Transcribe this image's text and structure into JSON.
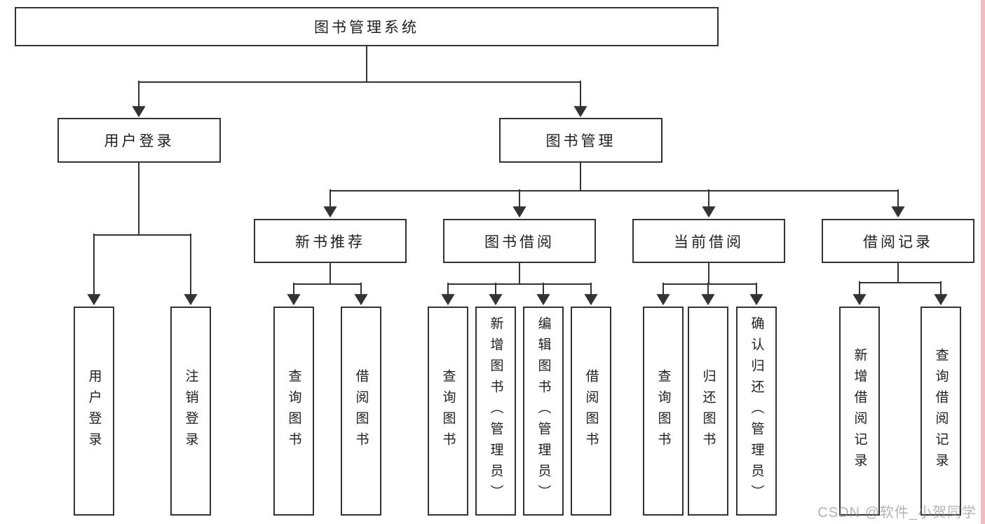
{
  "page": {
    "watermark": "CSDN @软件_小贺同学",
    "colors": {
      "background": "#ffffff",
      "line": "#333333",
      "box_border": "#333333",
      "text": "#1f1f1f",
      "watermark_text": "#928080",
      "right_edge_strip": "#f5baba"
    }
  },
  "nodes": {
    "root": "图书管理系统",
    "user_login": "用户登录",
    "book_mgmt": "图书管理",
    "new_book_rec": "新书推荐",
    "book_borrow": "图书借阅",
    "current_borrow": "当前借阅",
    "borrow_record": "借阅记录",
    "ul_login": "用户登录",
    "ul_logout": "注销登录",
    "nb_query": "查询图书",
    "nb_borrow": "借阅图书",
    "bb_query": "查询图书",
    "bb_add": "新增图书（管理员）",
    "bb_edit": "编辑图书（管理员）",
    "bb_borrow": "借阅图书",
    "cb_query": "查询图书",
    "cb_return": "归还图书",
    "cb_confirm": "确认归还（管理员）",
    "br_add": "新增借阅记录",
    "br_query": "查询借阅记录"
  },
  "edges": [
    [
      "root",
      "user_login"
    ],
    [
      "root",
      "book_mgmt"
    ],
    [
      "user_login",
      "ul_login"
    ],
    [
      "user_login",
      "ul_logout"
    ],
    [
      "book_mgmt",
      "new_book_rec"
    ],
    [
      "book_mgmt",
      "book_borrow"
    ],
    [
      "book_mgmt",
      "current_borrow"
    ],
    [
      "book_mgmt",
      "borrow_record"
    ],
    [
      "new_book_rec",
      "nb_query"
    ],
    [
      "new_book_rec",
      "nb_borrow"
    ],
    [
      "book_borrow",
      "bb_query"
    ],
    [
      "book_borrow",
      "bb_add"
    ],
    [
      "book_borrow",
      "bb_edit"
    ],
    [
      "book_borrow",
      "bb_borrow"
    ],
    [
      "current_borrow",
      "cb_query"
    ],
    [
      "current_borrow",
      "cb_return"
    ],
    [
      "current_borrow",
      "cb_confirm"
    ],
    [
      "borrow_record",
      "br_add"
    ],
    [
      "borrow_record",
      "br_query"
    ]
  ]
}
